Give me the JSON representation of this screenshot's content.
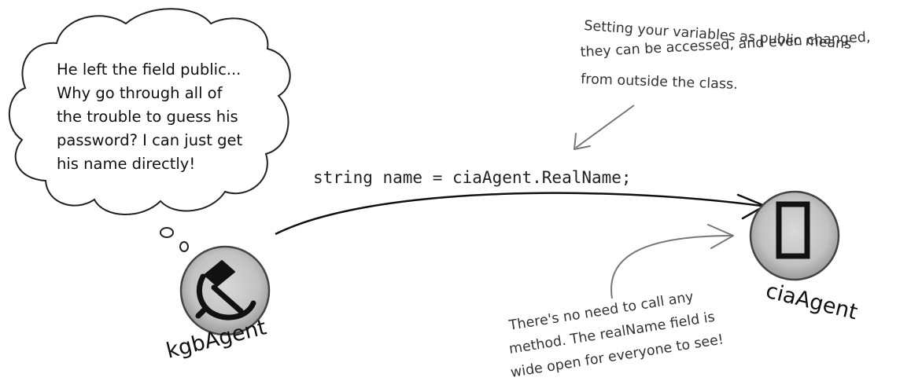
{
  "thought_bubble": {
    "lines": [
      "He left the field public...",
      "Why go through all of",
      "the trouble to guess his",
      "password? I can just get",
      "his name directly!"
    ]
  },
  "code_statement": "string name = ciaAgent.RealName;",
  "annotations": {
    "top_right": [
      "Setting your variables as public means",
      "they can be accessed, and even changed,",
      "from outside the class."
    ],
    "bottom": [
      "There's no need to call any",
      "method. The realName field is",
      "wide open for everyone to see!"
    ]
  },
  "agents": {
    "kgb": {
      "label": "kgbAgent",
      "icon": "hammer-and-sickle-icon"
    },
    "cia": {
      "label": "ciaAgent",
      "icon": "rectangle-icon"
    }
  },
  "colors": {
    "ink": "#111111",
    "circle_fill": "#c4c4c4",
    "circle_outline": "#555555",
    "annotation_ink": "#333333"
  }
}
